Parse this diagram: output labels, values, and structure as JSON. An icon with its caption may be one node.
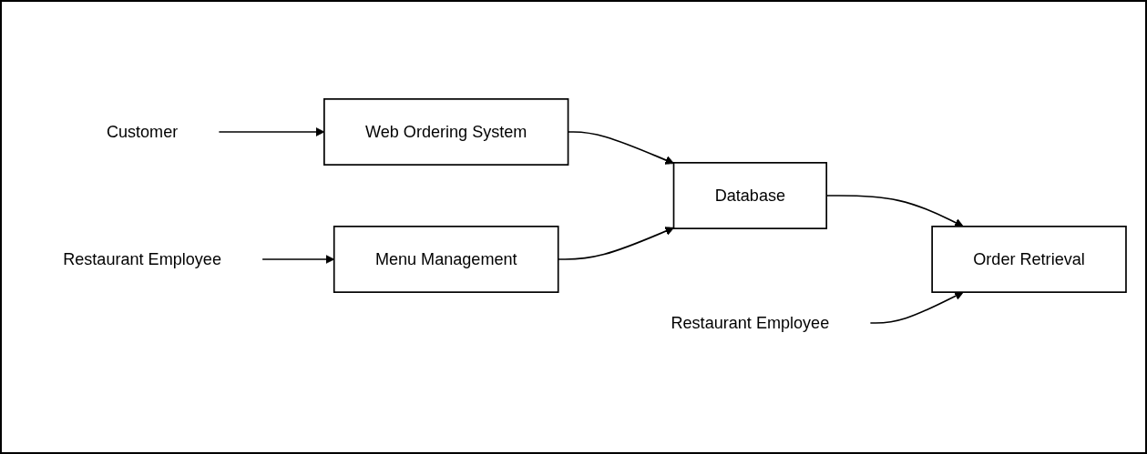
{
  "diagram": {
    "nodes": [
      {
        "text": [
          "Customer"
        ]
      },
      {
        "text": [
          "Web Ordering System"
        ]
      },
      {
        "text": [
          "Database"
        ]
      },
      {
        "text": [
          "Order Retrieval"
        ]
      },
      {
        "text": [
          "Restaurant Employee"
        ]
      },
      {
        "text": [
          "Menu Management"
        ]
      },
      {
        "text": [
          "Restaurant Employee"
        ]
      }
    ],
    "edges": [
      {
        "from": 0,
        "to": 1,
        "arrow": "to"
      },
      {
        "from": 1,
        "to": 2,
        "arrow": "to"
      },
      {
        "from": 2,
        "to": 3,
        "arrow": "to"
      },
      {
        "from": 4,
        "to": 3,
        "arrow": "to"
      },
      {
        "from": 5,
        "to": 2,
        "arrow": "to"
      },
      {
        "from": 6,
        "to": 5,
        "arrow": "to"
      }
    ]
  }
}
